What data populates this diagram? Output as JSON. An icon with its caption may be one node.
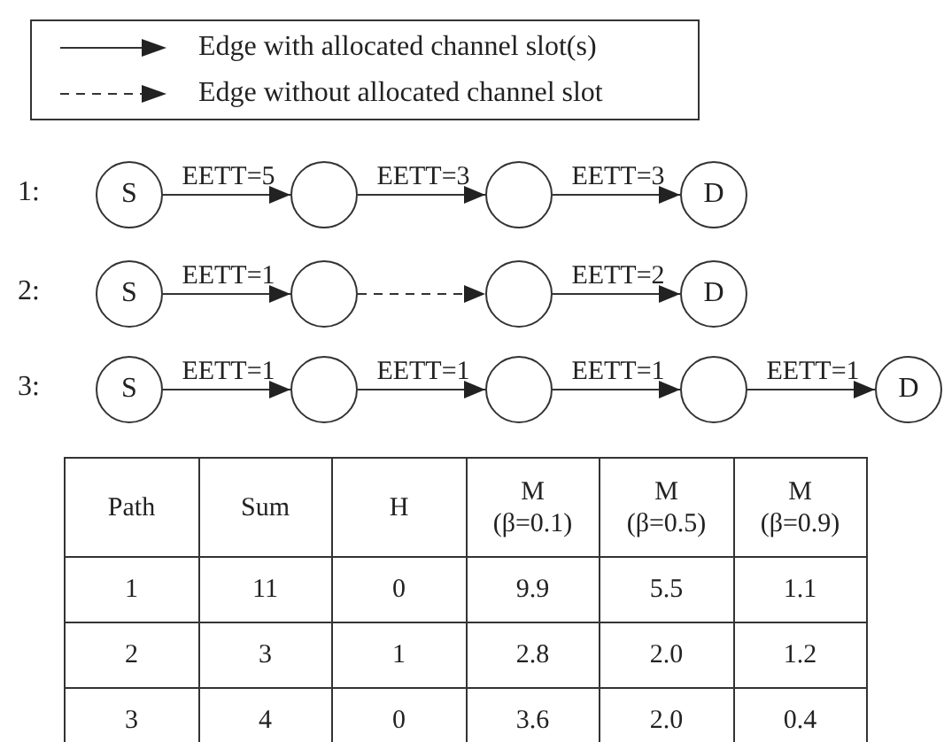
{
  "diagram": {
    "nodes": [
      {
        "text": [
          "S"
        ]
      },
      {
        "text": [],
        "shape": "circle"
      },
      {
        "text": [],
        "shape": "circle"
      },
      {
        "text": [
          "D"
        ]
      },
      {
        "text": [
          "S"
        ]
      },
      {
        "text": [],
        "shape": "circle"
      },
      {
        "text": [],
        "shape": "circle"
      },
      {
        "text": [
          "D"
        ]
      },
      {
        "text": [
          "S"
        ]
      },
      {
        "text": [],
        "shape": "circle"
      },
      {
        "text": [],
        "shape": "circle"
      },
      {
        "text": [],
        "shape": "circle"
      },
      {
        "text": [
          "D"
        ]
      }
    ],
    "edges": [
      {
        "from": 0,
        "to": 1,
        "arrow": "to",
        "label": "EETT=5"
      },
      {
        "from": 1,
        "to": 2,
        "arrow": "to",
        "label": "EETT=3"
      },
      {
        "from": 2,
        "to": 3,
        "arrow": "to",
        "label": "EETT=3"
      },
      {
        "from": 4,
        "to": 5,
        "arrow": "to",
        "label": "EETT=1"
      },
      {
        "from": 5,
        "to": 6,
        "arrow": "to",
        "style": "dashed"
      },
      {
        "from": 6,
        "to": 7,
        "arrow": "to",
        "label": "EETT=2"
      },
      {
        "from": 8,
        "to": 9,
        "arrow": "to",
        "label": "EETT=1"
      },
      {
        "from": 9,
        "to": 10,
        "arrow": "to",
        "label": "EETT=1"
      },
      {
        "from": 10,
        "to": 11,
        "arrow": "to",
        "label": "EETT=1"
      },
      {
        "from": 11,
        "to": 12,
        "arrow": "to",
        "label": "EETT=1"
      }
    ],
    "labels": [
      "1:",
      "2:",
      "3:",
      "Path",
      "Sum",
      "H",
      "M (β=0.1)",
      "M (β=0.5)",
      "M (β=0.9)",
      "1",
      "11",
      "0",
      "9.9",
      "5.5",
      "1.1",
      "2",
      "3",
      "1",
      "2.8",
      "2.0",
      "1.2",
      "3",
      "4",
      "0",
      "3.6",
      "2.0",
      "0.4"
    ],
    "legend": [
      {
        "text": "Edge with allocated channel slot(s)"
      },
      {
        "text": "Edge without allocated channel slot"
      }
    ]
  }
}
